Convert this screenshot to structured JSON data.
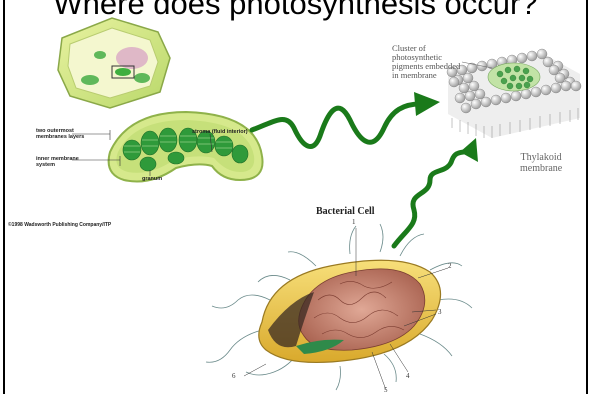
{
  "slide": {
    "title": "Where does photosynthesis occur?",
    "chloroplast": {
      "labels": {
        "stroma": "stroma (fluid interior)",
        "outer_membranes": "two outermost\nmembranes layers",
        "inner_membrane": "inner membrane\nsystem",
        "granum": "granum"
      },
      "copyright": "©1998 Wadsworth Publishing Company/ITP"
    },
    "thylakoid": {
      "pigment_label": "Cluster of\nphotosynthetic\npigments embedded\nin membrane",
      "name": "Thylakoid\nmembrane"
    },
    "bacteria": {
      "title": "Bacterial Cell",
      "callouts": [
        "1",
        "2",
        "3",
        "4",
        "5",
        "6"
      ]
    },
    "colors": {
      "arrow": "#1a7a1a",
      "chloroplast_green": "#3fae3f",
      "bacteria_yellow": "#f2c84b",
      "bacteria_pink": "#c98a78"
    }
  }
}
